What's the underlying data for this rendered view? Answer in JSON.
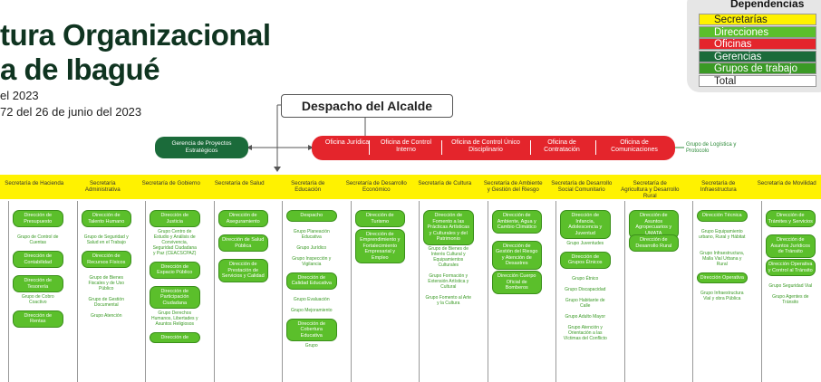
{
  "header": {
    "title_line1": "tura Organizacional",
    "title_line2": "a de Ibagué",
    "subtitle_line1": "el 2023",
    "subtitle_line2": "72 del 26 de junio del 2023"
  },
  "legend": {
    "title": "Dependencias",
    "items": [
      {
        "label": "Secretarías",
        "color": "#fff200"
      },
      {
        "label": "Direcciones",
        "color": "#5bbf2b"
      },
      {
        "label": "Oficinas",
        "color": "#e4252c"
      },
      {
        "label": "Gerencias",
        "color": "#1b6b3a"
      },
      {
        "label": "Grupos de trabajo",
        "color": "#3a9a25"
      },
      {
        "label": "Total",
        "color": "#ffffff"
      }
    ]
  },
  "despacho": "Despacho del Alcalde",
  "gerencia_proyectos": "Gerencia de Proyectos Estratégicos",
  "oficinas": [
    "Oficina Jurídica",
    "Oficina de Control Interno",
    "Oficina de Control Único Disciplinario",
    "Oficina de Contratación",
    "Oficina de Comunicaciones"
  ],
  "grupo_logistica": "Grupo de Logística y Protocolo",
  "secretarias": [
    {
      "name": "Secretaría de Hacienda",
      "items": [
        {
          "t": "d",
          "label": "Dirección de Presupuesto"
        },
        {
          "t": "g",
          "label": "Grupo de Control de Cuentas"
        },
        {
          "t": "d",
          "label": "Dirección de Contabilidad"
        },
        {
          "t": "d",
          "label": "Dirección de Tesorería"
        },
        {
          "t": "g",
          "label": "Grupo de Cobro Coactivo"
        },
        {
          "t": "d",
          "label": "Dirección de Rentas"
        }
      ]
    },
    {
      "name": "Secretaría Administrativa",
      "items": [
        {
          "t": "d",
          "label": "Dirección de Talento Humano"
        },
        {
          "t": "g",
          "label": "Grupo de Seguridad y Salud en el Trabajo"
        },
        {
          "t": "d",
          "label": "Dirección de Recursos Físicos"
        },
        {
          "t": "g",
          "label": "Grupo de Bienes Fiscales y de Uso Público"
        },
        {
          "t": "g",
          "label": "Grupo de Gestión Documental"
        },
        {
          "t": "g",
          "label": "Grupo Atención"
        }
      ]
    },
    {
      "name": "Secretaría de Gobierno",
      "items": [
        {
          "t": "d",
          "label": "Dirección de Justicia"
        },
        {
          "t": "g",
          "label": "Grupo Centro de Estudio y Análisis de Convivencia, Seguridad Ciudadana y Paz (CEACSCPAZ)"
        },
        {
          "t": "d",
          "label": "Dirección de Espacio Público"
        },
        {
          "t": "d",
          "label": "Dirección de Participación Ciudadana"
        },
        {
          "t": "g",
          "label": "Grupo Derechos Humanos, Libertades y Asuntos Religiosos"
        },
        {
          "t": "d",
          "label": "Dirección de"
        }
      ]
    },
    {
      "name": "Secretaría de Salud",
      "items": [
        {
          "t": "d",
          "label": "Dirección de Aseguramiento"
        },
        {
          "t": "d",
          "label": "Dirección de Salud Pública"
        },
        {
          "t": "d",
          "label": "Dirección de Prestación de Servicios y Calidad"
        }
      ]
    },
    {
      "name": "Secretaría de Educación",
      "items": [
        {
          "t": "d",
          "label": "Despacho"
        },
        {
          "t": "g",
          "label": "Grupo Planeación Educativa"
        },
        {
          "t": "g",
          "label": "Grupo Jurídico"
        },
        {
          "t": "g",
          "label": "Grupo Inspección y Vigilancia"
        },
        {
          "t": "d",
          "label": "Dirección de Calidad Educativa"
        },
        {
          "t": "g",
          "label": "Grupo Evaluación"
        },
        {
          "t": "g",
          "label": "Grupo Mejoramiento"
        },
        {
          "t": "d",
          "label": "Dirección de Cobertura Educativa"
        },
        {
          "t": "g",
          "label": "Grupo"
        }
      ]
    },
    {
      "name": "Secretaría de Desarrollo Económico",
      "items": [
        {
          "t": "d",
          "label": "Dirección de Turismo"
        },
        {
          "t": "d",
          "label": "Dirección de Emprendimiento y Fortalecimiento Empresarial y Empleo"
        }
      ]
    },
    {
      "name": "Secretaría de Cultura",
      "items": [
        {
          "t": "d",
          "label": "Dirección de Fomento a las Prácticas Artísticas y Culturales y del Patrimonio"
        },
        {
          "t": "g",
          "label": "Grupo de Bienes de Interés Cultural y Equipamientos Culturales"
        },
        {
          "t": "g",
          "label": "Grupo Formación y Extensión Artística y Cultural"
        },
        {
          "t": "g",
          "label": "Grupo Fomento al Arte y la Cultura"
        }
      ]
    },
    {
      "name": "Secretaría de Ambiente y Gestión del Riesgo",
      "items": [
        {
          "t": "d",
          "label": "Dirección de Ambiente, Agua y Cambio Climático"
        },
        {
          "t": "d",
          "label": "Dirección de Gestión del Riesgo y Atención de Desastres"
        },
        {
          "t": "d",
          "label": "Dirección Cuerpo Oficial de Bomberos"
        }
      ]
    },
    {
      "name": "Secretaría de Desarrollo Social Comunitario",
      "items": [
        {
          "t": "d",
          "label": "Dirección de Infancia, Adolescencia y Juventud"
        },
        {
          "t": "g",
          "label": "Grupo Juventudes"
        },
        {
          "t": "d",
          "label": "Dirección de Grupos Étnicos"
        },
        {
          "t": "g",
          "label": "Grupo Étnico"
        },
        {
          "t": "g",
          "label": "Grupo Discapacidad"
        },
        {
          "t": "g",
          "label": "Grupo Habitante de Calle"
        },
        {
          "t": "g",
          "label": "Grupo Adulto Mayor"
        },
        {
          "t": "g",
          "label": "Grupo Atención y Orientación a las Víctimas del Conflicto"
        }
      ]
    },
    {
      "name": "Secretaría de Agricultura y Desarrollo Rural",
      "items": [
        {
          "t": "d",
          "label": "Dirección de Asuntos Agropecuarios y UMATA"
        },
        {
          "t": "d",
          "label": "Dirección de Desarrollo Rural"
        }
      ]
    },
    {
      "name": "Secretaría de Infraestructura",
      "items": [
        {
          "t": "d",
          "label": "Dirección Técnica"
        },
        {
          "t": "g",
          "label": "Grupo Equipamiento urbano, Rural y Hábitat"
        },
        {
          "t": "g",
          "label": "Grupo Infraestructura, Malla Vial Urbana y Rural"
        },
        {
          "t": "d",
          "label": "Dirección Operativa"
        },
        {
          "t": "g",
          "label": "Grupo Infraestructura Vial y obra Pública"
        }
      ]
    },
    {
      "name": "Secretaría de Movilidad",
      "items": [
        {
          "t": "d",
          "label": "Dirección de Trámites y Servicios"
        },
        {
          "t": "d",
          "label": "Dirección de Asuntos Jurídicos de Tránsito"
        },
        {
          "t": "d",
          "label": "Dirección Operativa y Control al Tránsito"
        },
        {
          "t": "g",
          "label": "Grupo Seguridad Vial"
        },
        {
          "t": "g",
          "label": "Grupo Agentes de Tránsito"
        }
      ]
    }
  ]
}
